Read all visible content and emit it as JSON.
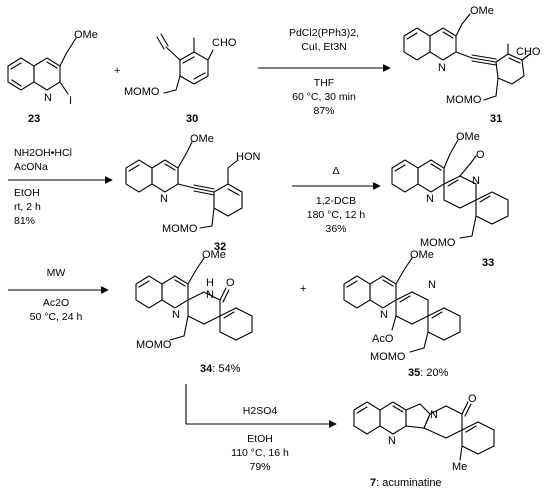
{
  "scheme": {
    "compounds": {
      "c23": {
        "number": "23",
        "substituent": "OMe",
        "halogen": "I",
        "ring_n": "N"
      },
      "c30": {
        "number": "30",
        "aldehyde": "CHO",
        "protected": "MOMO"
      },
      "c31": {
        "number": "31",
        "substituent": "OMe",
        "aldehyde": "CHO",
        "protected": "MOMO",
        "ring_n": "N"
      },
      "c32": {
        "number": "32",
        "substituent": "OMe",
        "oxime": "HON",
        "protected": "MOMO",
        "ring_n": "N"
      },
      "c33": {
        "number": "33",
        "substituent": "OMe",
        "oxide": "O",
        "protected": "MOMO",
        "ring_n": "N",
        "ring_n2": "N"
      },
      "c34": {
        "number": "34",
        "yield": ": 54%",
        "substituent": "OMe",
        "nh": "H",
        "nh_n": "N",
        "carbonyl": "O",
        "protected": "MOMO",
        "ring_n": "N"
      },
      "c35": {
        "number": "35",
        "yield": ": 20%",
        "substituent": "OMe",
        "acetoxy": "AcO",
        "protected": "MOMO",
        "ring_n": "N",
        "ring_n2": "N"
      },
      "c7": {
        "number": "7",
        "name": ": acuminatine",
        "carbonyl": "O",
        "methyl": "Me",
        "ring_n": "N",
        "ring_n2": "N"
      }
    },
    "plus_1": "+",
    "plus_2": "+",
    "step1": {
      "above1": "PdCl2(PPh3)2,",
      "above2": "CuI, Et3N",
      "below1": "THF",
      "below2": "60 °C, 30 min",
      "below3": "87%"
    },
    "step2": {
      "above1": "NH2OH•HCl",
      "above2": "AcONa",
      "below1": "EtOH",
      "below2": "rt, 2 h",
      "below3": "81%"
    },
    "step3": {
      "above1": "Δ",
      "below1": "1,2-DCB",
      "below2": "180 °C, 12 h",
      "below3": "36%"
    },
    "step4": {
      "above1": "MW",
      "below1": "Ac2O",
      "below2": "50 °C, 24 h"
    },
    "step5": {
      "above1": "H2SO4",
      "below1": "EtOH",
      "below2": "110 °C, 16 h",
      "below3": "79%"
    }
  }
}
